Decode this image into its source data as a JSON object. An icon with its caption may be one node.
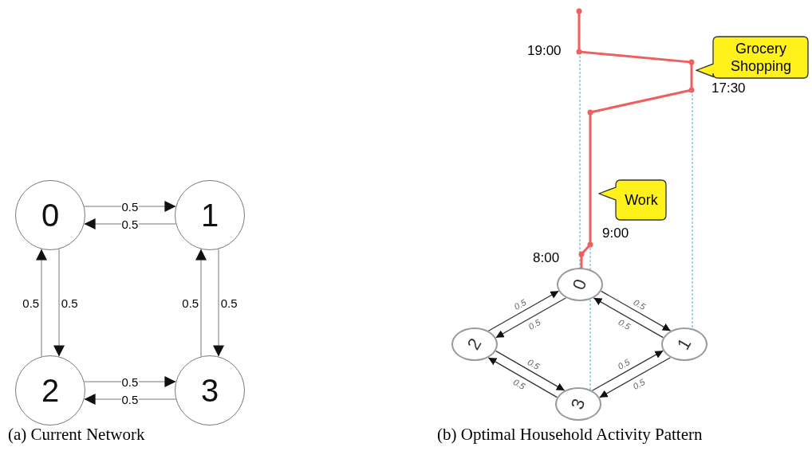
{
  "diagram": {
    "nodes": [
      {
        "text": [
          "0"
        ]
      },
      {
        "text": [
          "1"
        ]
      },
      {
        "text": [
          "2"
        ]
      },
      {
        "text": [
          "3"
        ]
      },
      {
        "text": [
          "0"
        ]
      },
      {
        "text": [
          "1"
        ]
      },
      {
        "text": [
          "2"
        ]
      },
      {
        "text": [
          "3"
        ]
      },
      {
        "text": [
          "Work"
        ]
      },
      {
        "text": [
          "Grocery Shopping"
        ]
      }
    ],
    "edges": [
      {
        "from": 0,
        "to": 1,
        "arrow": "to",
        "label": "0.5"
      },
      {
        "from": 1,
        "to": 0,
        "arrow": "to",
        "label": "0.5"
      },
      {
        "from": 2,
        "to": 0,
        "arrow": "to",
        "label": "0.5"
      },
      {
        "from": 0,
        "to": 2,
        "arrow": "to",
        "label": "0.5"
      },
      {
        "from": 3,
        "to": 1,
        "arrow": "to",
        "label": "0.5"
      },
      {
        "from": 1,
        "to": 3,
        "arrow": "to",
        "label": "0.5"
      },
      {
        "from": 2,
        "to": 3,
        "arrow": "to",
        "label": "0.5"
      },
      {
        "from": 3,
        "to": 2,
        "arrow": "to",
        "label": "0.5"
      },
      {
        "from": 4,
        "to": 5,
        "arrow": "to",
        "label": "0.5"
      },
      {
        "from": 5,
        "to": 4,
        "arrow": "to",
        "label": "0.5"
      },
      {
        "from": 6,
        "to": 4,
        "arrow": "to",
        "label": "0.5"
      },
      {
        "from": 4,
        "to": 6,
        "arrow": "to",
        "label": "0.5"
      },
      {
        "from": 7,
        "to": 5,
        "arrow": "to",
        "label": "0.5"
      },
      {
        "from": 5,
        "to": 7,
        "arrow": "to",
        "label": "0.5"
      },
      {
        "from": 6,
        "to": 7,
        "arrow": "to",
        "label": "0.5"
      },
      {
        "from": 7,
        "to": 6,
        "arrow": "to",
        "label": "0.5"
      }
    ],
    "labels": [
      "19:00",
      "17:30",
      "9:00",
      "8:00",
      "(a) Current Network",
      "(b) Optimal Household Activity Pattern"
    ]
  }
}
